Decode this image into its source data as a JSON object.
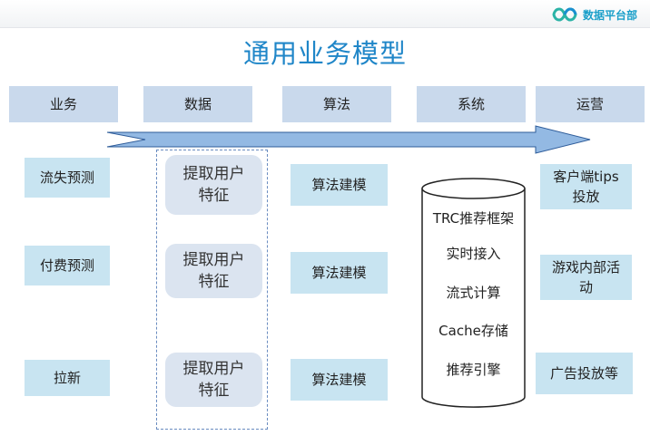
{
  "logo": {
    "text": "数据平台部",
    "icon": "infinity-logo-icon",
    "color": "#1a9fc9"
  },
  "title": "通用业务模型",
  "headers": [
    "业务",
    "数据",
    "算法",
    "系统",
    "运营"
  ],
  "business": [
    "流失预测",
    "付费预测",
    "拉新"
  ],
  "features": [
    {
      "line1": "提取用户",
      "line2": "特征"
    },
    {
      "line1": "提取用户",
      "line2": "特征"
    },
    {
      "line1": "提取用户",
      "line2": "特征"
    }
  ],
  "algorithms": [
    "算法建模",
    "算法建模",
    "算法建模"
  ],
  "system": {
    "items": [
      "TRC推荐框架",
      "实时接入",
      "流式计算",
      "Cache存储",
      "推荐引擎"
    ]
  },
  "operations": [
    {
      "line1": "客户端tips",
      "line2": "投放"
    },
    {
      "line1": "游戏内部活",
      "line2": "动"
    },
    {
      "line1": "广告投放等",
      "line2": ""
    }
  ],
  "colors": {
    "title": "#1f86c8",
    "header_box": "#c9d9ec",
    "light_box": "#c8e4f1",
    "arrow": "#93b9e3"
  }
}
